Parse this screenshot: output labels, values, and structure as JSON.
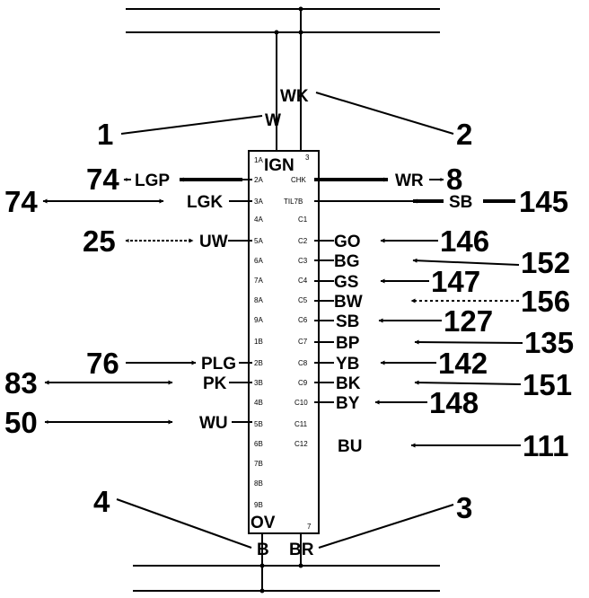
{
  "wire_top": "WK",
  "wire_w": "W",
  "ref_1": "1",
  "ref_2": "2",
  "connector": {
    "code": "IGN",
    "superscript": "3"
  },
  "pins_left": [
    "1A",
    "2A",
    "3A",
    "4A",
    "5A",
    "6A",
    "7A",
    "8A",
    "9A",
    "1B",
    "2B",
    "3B",
    "4B",
    "5B",
    "6B",
    "7B",
    "8B",
    "9B"
  ],
  "pins_right": [
    "CHK",
    "TIL7B",
    "C1",
    "C2",
    "C3",
    "C4",
    "C5",
    "C6",
    "C7",
    "C8",
    "C9",
    "C10",
    "C11",
    "C12"
  ],
  "left_wires": [
    {
      "ref": "74",
      "color": "LGP"
    },
    {
      "ref": "74",
      "color": "LGK"
    },
    {
      "ref": "25",
      "color": "UW"
    },
    {
      "ref": "76",
      "color": "PLG"
    },
    {
      "ref": "83",
      "color": "PK"
    },
    {
      "ref": "50",
      "color": "WU"
    }
  ],
  "right_wires": [
    {
      "color": "WR",
      "ref": "8"
    },
    {
      "color": "SB",
      "ref": "145"
    },
    {
      "color": "GO",
      "ref": "146"
    },
    {
      "color": "BG",
      "ref": "152"
    },
    {
      "color": "GS",
      "ref": "147"
    },
    {
      "color": "BW",
      "ref": "156"
    },
    {
      "color": "SB",
      "ref": "127"
    },
    {
      "color": "BP",
      "ref": "135"
    },
    {
      "color": "YB",
      "ref": "142"
    },
    {
      "color": "BK",
      "ref": "151"
    },
    {
      "color": "BY",
      "ref": "148"
    },
    {
      "color": "BU",
      "ref": "111"
    }
  ],
  "bottom": {
    "ov": "OV",
    "pin_7": "7",
    "wire_b": "B",
    "wire_br": "BR",
    "ref_4": "4",
    "ref_3": "3"
  }
}
